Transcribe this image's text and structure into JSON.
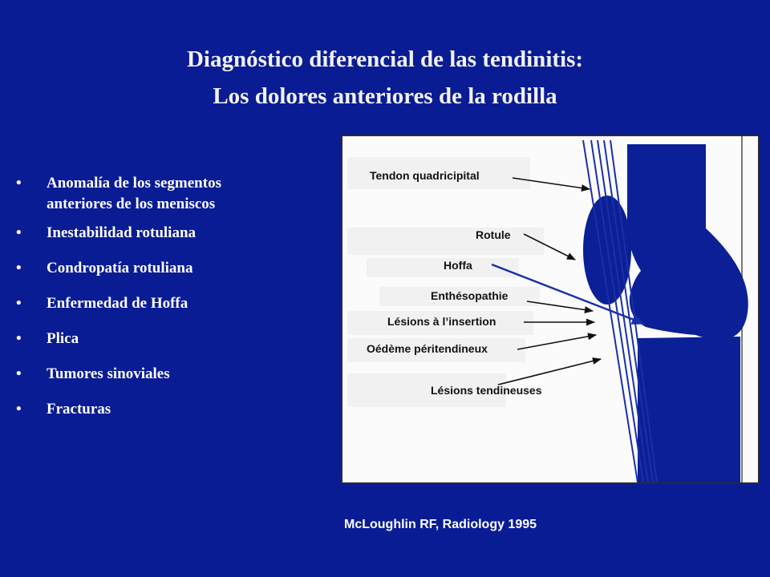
{
  "title": {
    "line1": "Diagnóstico diferencial de las tendinitis:",
    "line2": "Los dolores anteriores de la rodilla"
  },
  "bullets": [
    {
      "line1": "Anomalía de los segmentos",
      "line2": "anteriores de los meniscos"
    },
    {
      "text": "Inestabilidad rotuliana"
    },
    {
      "text": "Condropatía rotuliana"
    },
    {
      "text": "Enfermedad de Hoffa"
    },
    {
      "text": "Plica"
    },
    {
      "text": "Tumores sinoviales"
    },
    {
      "text": "Fracturas"
    }
  ],
  "bullet_symbol": "•",
  "figure": {
    "labels": {
      "tendon_quadricipital": "Tendon quadricipital",
      "rotule": "Rotule",
      "hoffa": "Hoffa",
      "enthesopathie": "Enthésopathie",
      "lesions_insertion": "Lésions à l’insertion",
      "oedeme": "Oédème péritendineux",
      "lesions_tendineuses": "Lésions tendineuses"
    },
    "colors": {
      "bone": "#0b1f96",
      "tendon": "#1a2fa8",
      "label_bg": "#f3f3f3"
    }
  },
  "caption": "McLoughlin RF, Radiology 1995"
}
